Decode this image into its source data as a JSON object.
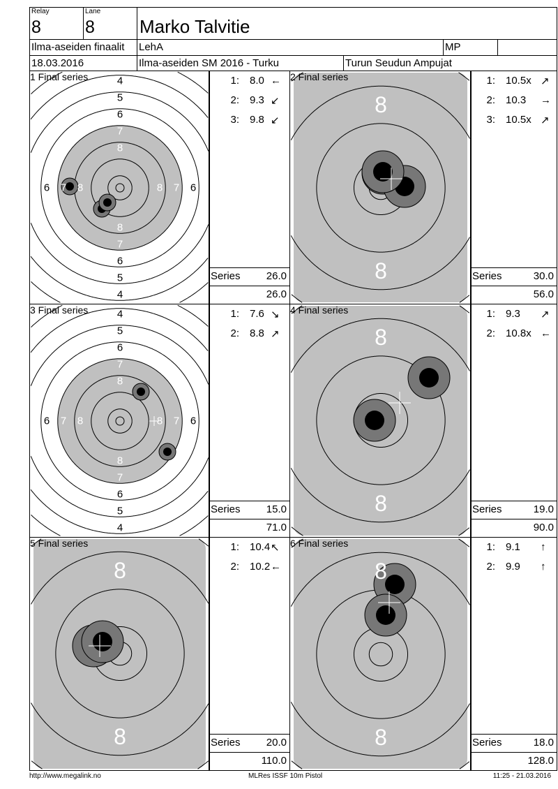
{
  "header": {
    "relay_label": "Relay",
    "relay": "8",
    "lane_label": "Lane",
    "lane": "8",
    "name": "Marko Talvitie",
    "event": "Ilma-aseiden finaalit",
    "class": "LehA",
    "category": "MP",
    "extra": "",
    "date": "18.03.2016",
    "competition": "Ilma-aseiden SM 2016  - Turku",
    "club": "Turun Seudun Ampujat"
  },
  "ring_labels": {
    "full": [
      "4",
      "5",
      "6",
      "7",
      "8"
    ],
    "zoomed": "8"
  },
  "panels": [
    {
      "title": "1 Final series",
      "shots": [
        {
          "n": "1:",
          "v": "8.0",
          "a": "←"
        },
        {
          "n": "2:",
          "v": "9.3",
          "a": "↙"
        },
        {
          "n": "3:",
          "v": "9.8",
          "a": "↙"
        }
      ],
      "series_label": "Series",
      "series": "26.0",
      "total": "26.0"
    },
    {
      "title": "2 Final series",
      "shots": [
        {
          "n": "1:",
          "v": "10.5x",
          "a": "↗"
        },
        {
          "n": "2:",
          "v": "10.3",
          "a": "→"
        },
        {
          "n": "3:",
          "v": "10.5x",
          "a": "↗"
        }
      ],
      "series_label": "Series",
      "series": "30.0",
      "total": "56.0"
    },
    {
      "title": "3 Final series",
      "shots": [
        {
          "n": "1:",
          "v": "7.6",
          "a": "↘"
        },
        {
          "n": "2:",
          "v": "8.8",
          "a": "↗"
        }
      ],
      "series_label": "Series",
      "series": "15.0",
      "total": "71.0"
    },
    {
      "title": "4 Final series",
      "shots": [
        {
          "n": "1:",
          "v": "9.3",
          "a": "↗"
        },
        {
          "n": "2:",
          "v": "10.8x",
          "a": "←"
        }
      ],
      "series_label": "Series",
      "series": "19.0",
      "total": "90.0"
    },
    {
      "title": "5 Final series",
      "shots": [
        {
          "n": "1:",
          "v": "10.4",
          "a": "↖"
        },
        {
          "n": "2:",
          "v": "10.2",
          "a": "←"
        }
      ],
      "series_label": "Series",
      "series": "20.0",
      "total": "110.0"
    },
    {
      "title": "6 Final series",
      "shots": [
        {
          "n": "1:",
          "v": "9.1",
          "a": "↑"
        },
        {
          "n": "2:",
          "v": "9.9",
          "a": "↑"
        }
      ],
      "series_label": "Series",
      "series": "18.0",
      "total": "128.0"
    }
  ],
  "footer": {
    "left": "http://www.megalink.no",
    "center": "MLRes ISSF 10m Pistol",
    "right": "11:25 - 21.03.2016"
  }
}
